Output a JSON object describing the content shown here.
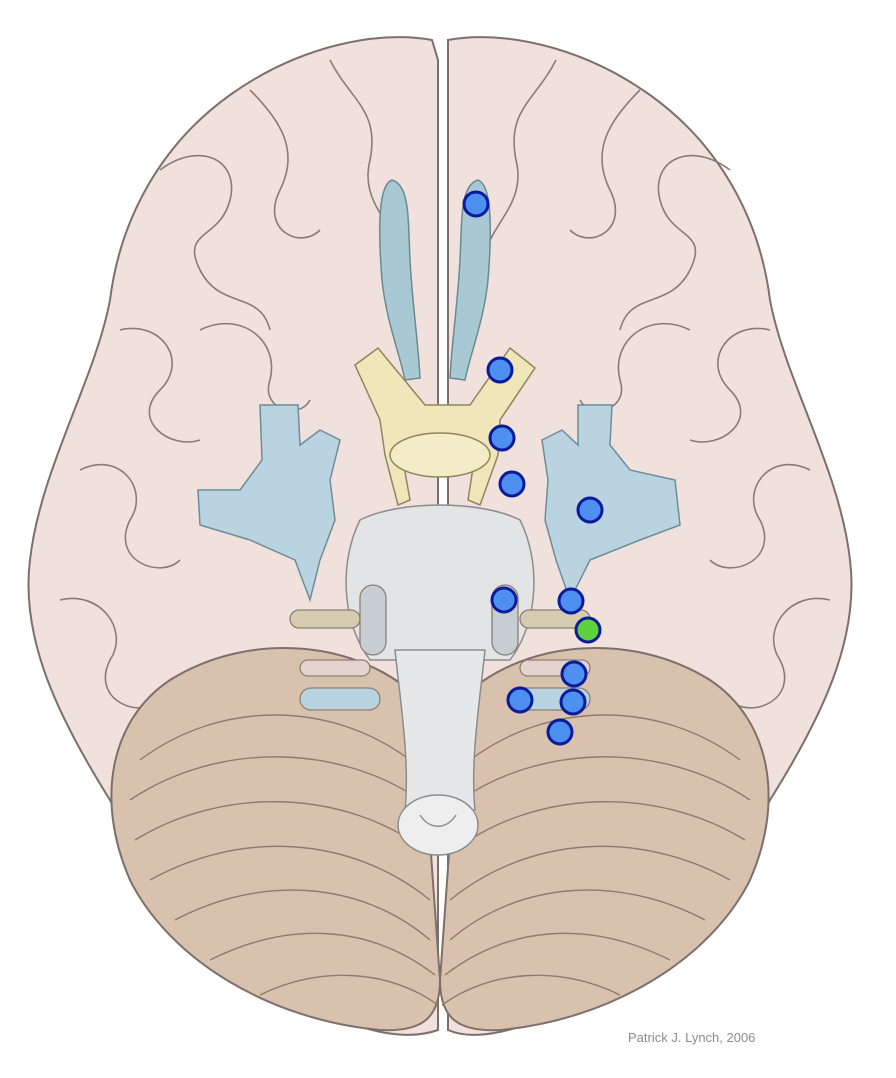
{
  "figure": {
    "credit": "Patrick J. Lynch, 2006",
    "colors": {
      "brain_fill": "#f1e1dc",
      "brain_outline": "#7d6f6c",
      "cerebellum_fill": "#d8c2ad",
      "vessel_blue": "#b9d3e1",
      "nerve_yellow": "#efe7b9",
      "brainstem": "#e3e4e6",
      "olfactory_tract": "#a8c9d3",
      "marker_blue": "#4d90f0",
      "marker_green": "#5fd13a",
      "marker_outline": "#0a1a9a"
    }
  },
  "markers": [
    {
      "id": "marker-1",
      "color": "blue"
    },
    {
      "id": "marker-2",
      "color": "blue"
    },
    {
      "id": "marker-3",
      "color": "blue"
    },
    {
      "id": "marker-4",
      "color": "blue"
    },
    {
      "id": "marker-5",
      "color": "blue"
    },
    {
      "id": "marker-6",
      "color": "blue"
    },
    {
      "id": "marker-7",
      "color": "blue"
    },
    {
      "id": "marker-8",
      "color": "green"
    },
    {
      "id": "marker-9",
      "color": "blue"
    },
    {
      "id": "marker-10",
      "color": "blue"
    },
    {
      "id": "marker-11",
      "color": "blue"
    },
    {
      "id": "marker-12",
      "color": "blue"
    }
  ]
}
